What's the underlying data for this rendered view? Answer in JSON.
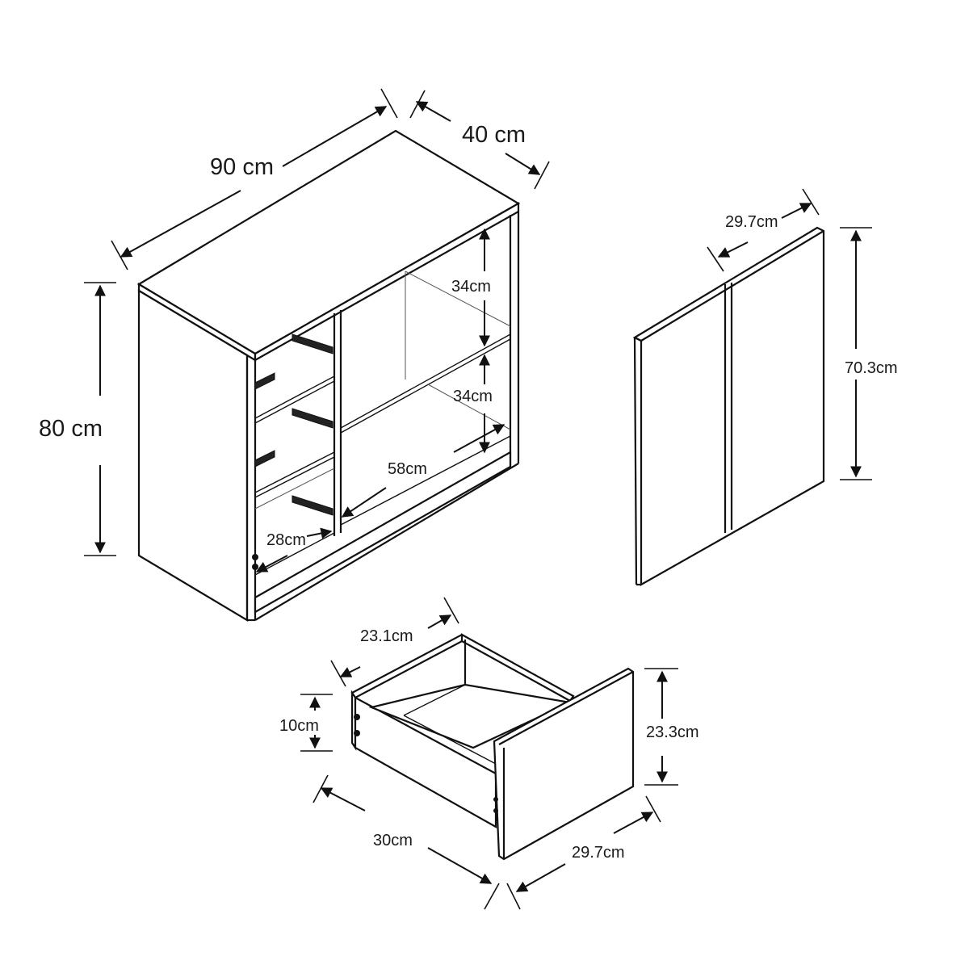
{
  "cabinet": {
    "width_label": "90 cm",
    "depth_label": "40 cm",
    "height_label": "80 cm",
    "upper_shelf_label": "34cm",
    "lower_shelf_label": "34cm",
    "inner_width_label": "58cm",
    "drawer_bay_label": "28cm"
  },
  "door_panel": {
    "width_label": "29.7cm",
    "height_label": "70.3cm"
  },
  "drawer": {
    "inner_width_label": "23.1cm",
    "side_height_label": "10cm",
    "front_height_label": "23.3cm",
    "depth_label": "30cm",
    "front_width_label": "29.7cm"
  }
}
